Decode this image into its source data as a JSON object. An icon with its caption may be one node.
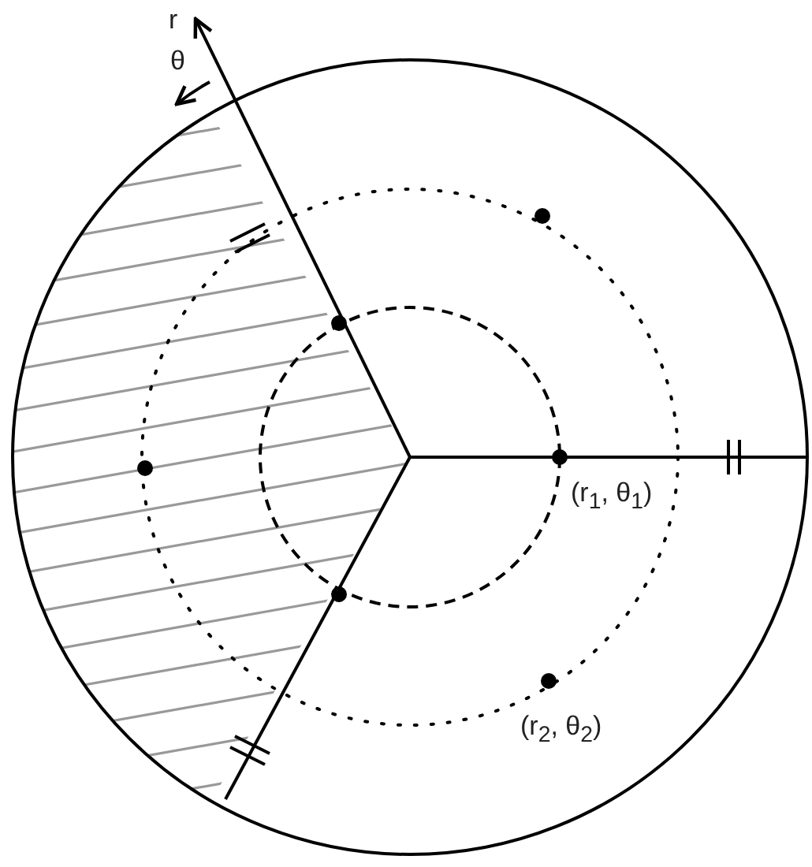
{
  "diagram": {
    "labels": [
      "r",
      "θ",
      "(r$_{1}$, θ$_{1}$)",
      "(r$_{2}$, θ$_{2}$)"
    ]
  }
}
